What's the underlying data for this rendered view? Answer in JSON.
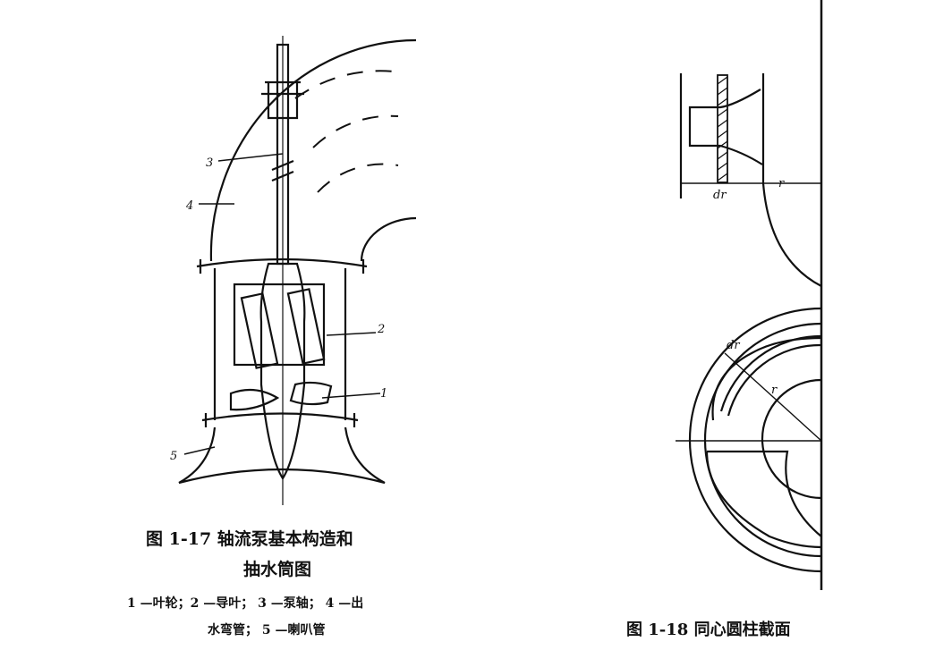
{
  "figure_17": {
    "caption_line1": "图 1-17   轴流泵基本构造和",
    "caption_line2": "抽水筒图",
    "legend_line1": "1 —叶轮；2 —导叶； 3 —泵轴； 4 —出",
    "legend_line2": "水弯管； 5 —喇叭管",
    "labels": [
      "1",
      "2",
      "3",
      "4",
      "5"
    ]
  },
  "figure_18": {
    "caption": "图 1-18      同心圆柱截面",
    "labels": {
      "dr_top": "dr",
      "r_top": "r",
      "dr_bottom": "dr",
      "r_bottom": "r"
    }
  }
}
